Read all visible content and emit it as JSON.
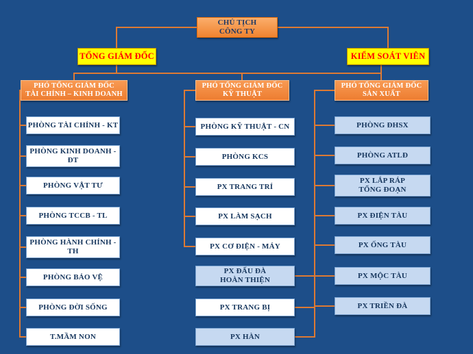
{
  "palette": {
    "background": "#1D4E89",
    "connector": "#DE7A33",
    "chairman_box": "#F08330",
    "yellow_box": "#FFFF00",
    "yellow_box_text": "#FF0000",
    "deputy_box": "#ED7D31",
    "unit_box_white": "#FFFFFF",
    "unit_box_blue": "#C6D9F1",
    "unit_text": "#17375E"
  },
  "org_chart": {
    "chairman": "CHỦ TỊCH\nCÔNG TY",
    "general_director": "TỔNG GIÁM ĐỐC",
    "supervisor": "KIỂM SOÁT VIÊN",
    "deputies": {
      "finance": "PHÓ TỔNG GIÁM ĐỐC\nTÀI CHÍNH – KINH DOANH",
      "technical": "PHÓ TỔNG GIÁM ĐỐC\nKỸ THUẬT",
      "production": "PHÓ TỔNG GIÁM ĐỐC\nSẢN XUẤT"
    },
    "finance_units": [
      "PHÒNG TÀI CHÍNH - KT",
      "PHÒNG KINH DOANH -\nĐT",
      "PHÒNG VẬT TƯ",
      "PHÒNG TCCB - TL",
      "PHÒNG HÀNH CHÍNH -\nTH",
      "PHÒNG BẢO VỆ",
      "PHÒNG ĐỜI SỐNG",
      "T.MẦM NON"
    ],
    "technical_units": [
      "PHÒNG KỸ THUẬT - CN",
      "PHÒNG KCS",
      "PX TRANG TRÍ",
      "PX LÀM SẠCH",
      "PX CƠ ĐIỆN - MÁY"
    ],
    "production_units_lower": [
      "PX ĐẤU ĐÀ\nHOÀN THIỆN",
      "PX TRANG BỊ",
      "PX HÀN"
    ],
    "production_units": [
      "PHÒNG ĐHSX",
      "PHÒNG ATLĐ",
      "PX LẮP RÁP\nTỔNG ĐOẠN",
      "PX ĐIỆN TÀU",
      "PX ỐNG TÀU",
      "PX MỘC TÀU",
      "PX TRIỀN ĐÀ"
    ]
  }
}
